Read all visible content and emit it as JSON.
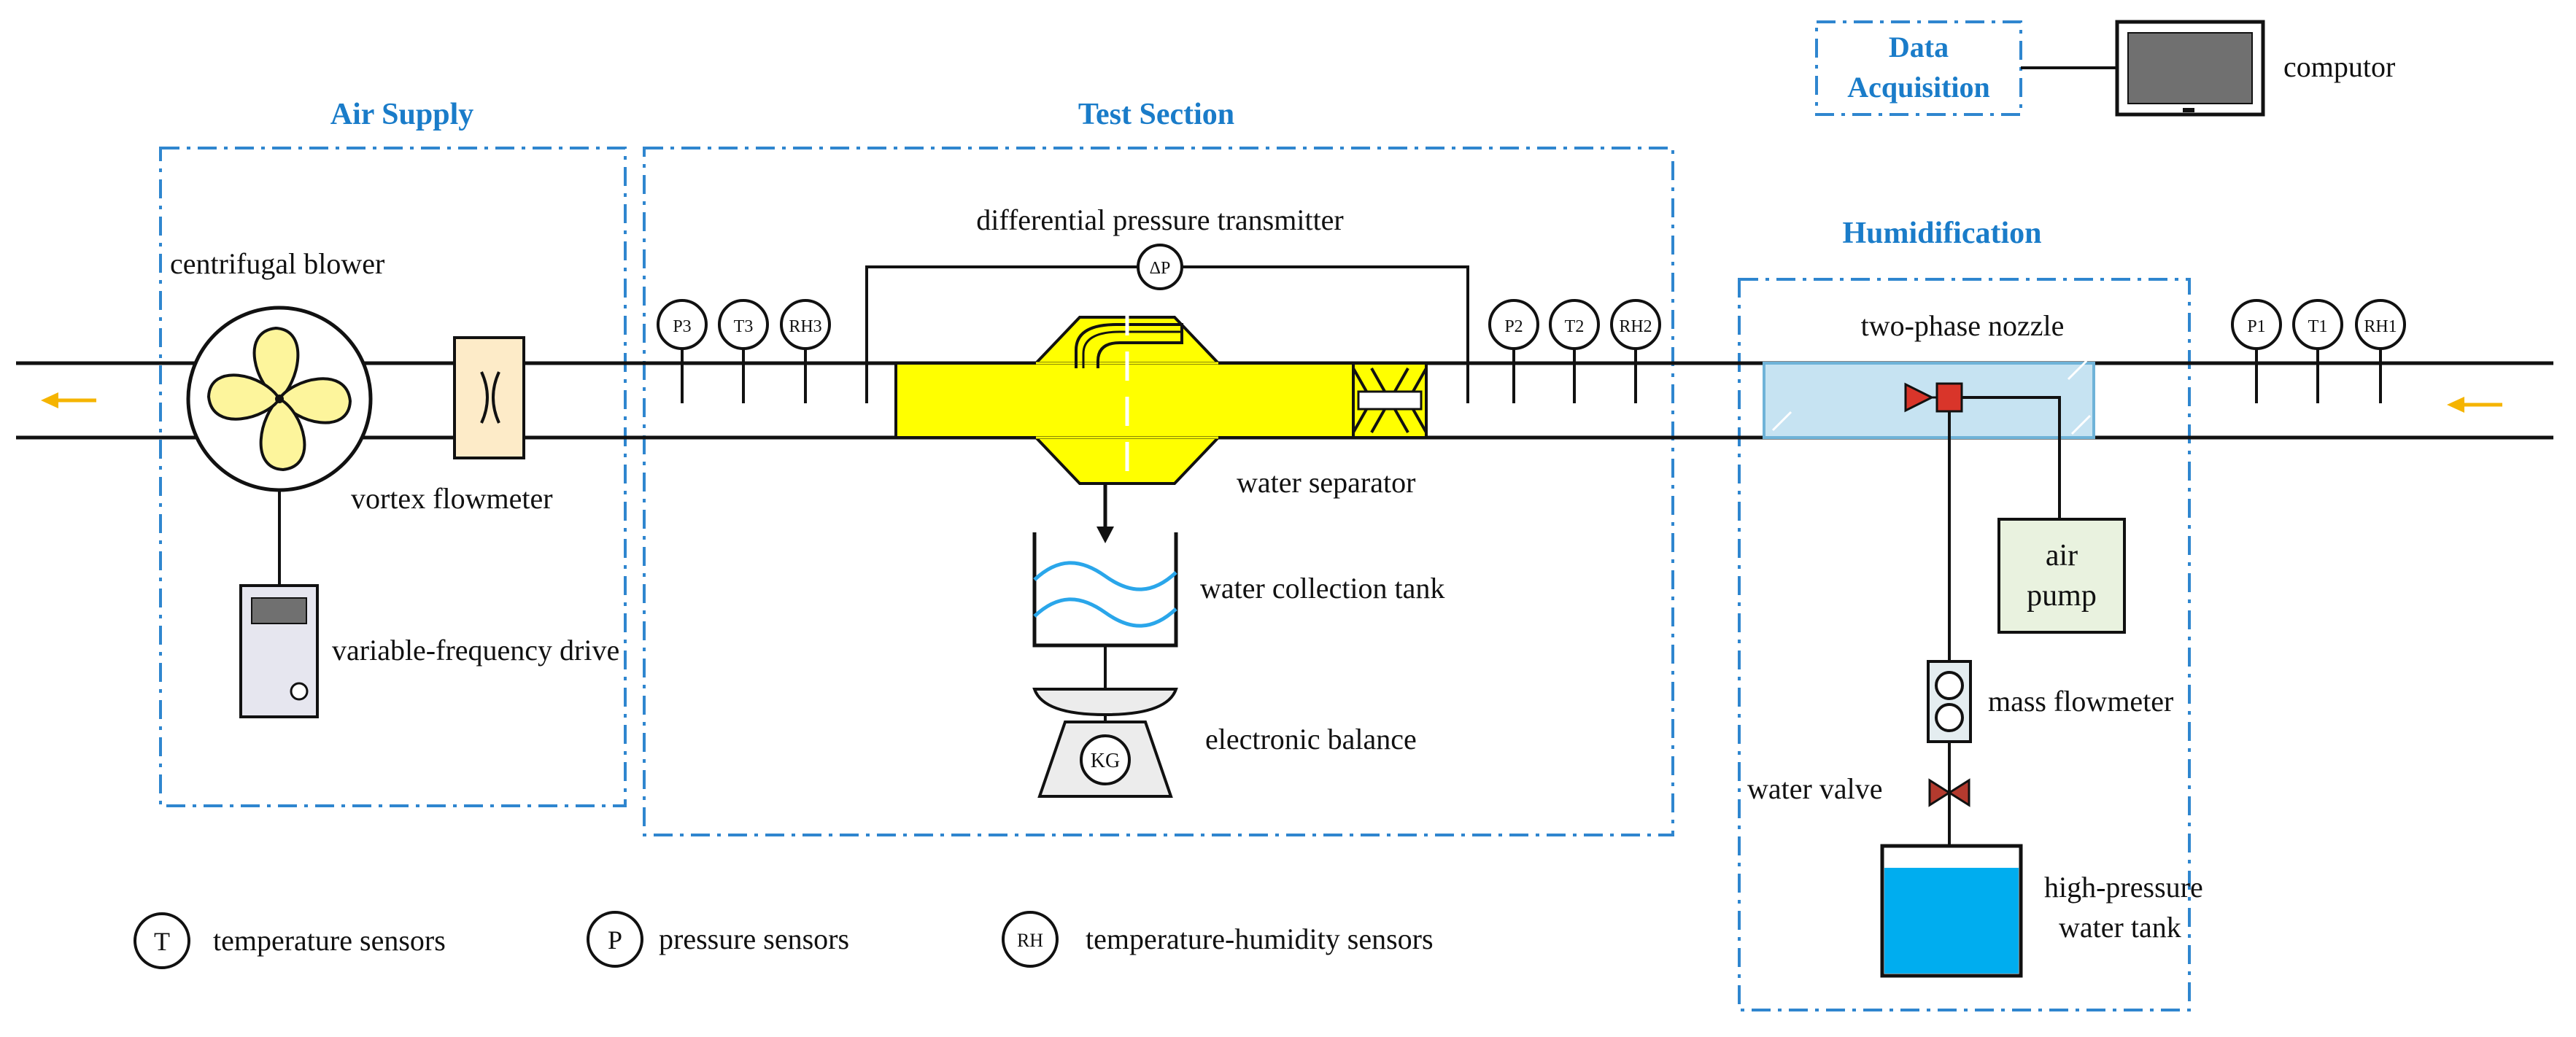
{
  "sections": {
    "air_supply": "Air Supply",
    "test_section": "Test Section",
    "humidification": "Humidification",
    "data_acquisition_line1": "Data",
    "data_acquisition_line2": "Acquisition"
  },
  "components": {
    "computer": "computor",
    "centrifugal_blower": "centrifugal blower",
    "vortex_flowmeter": "vortex flowmeter",
    "variable_frequency_drive": "variable-frequency drive",
    "differential_pressure_transmitter": "differential pressure transmitter",
    "dp_symbol": "ΔP",
    "water_separator": "water separator",
    "water_collection_tank": "water collection tank",
    "electronic_balance": "electronic balance",
    "balance_symbol": "KG",
    "two_phase_nozzle": "two-phase nozzle",
    "air_pump_line1": "air",
    "air_pump_line2": "pump",
    "mass_flowmeter": "mass flowmeter",
    "water_valve": "water valve",
    "water_tank_line1": "high-pressure",
    "water_tank_line2": "water tank"
  },
  "sensors": {
    "group3": [
      "P3",
      "T3",
      "RH3"
    ],
    "group2": [
      "P2",
      "T2",
      "RH2"
    ],
    "group1": [
      "P1",
      "T1",
      "RH1"
    ]
  },
  "legend": {
    "t_symbol": "T",
    "t_label": "temperature sensors",
    "p_symbol": "P",
    "p_label": "pressure sensors",
    "rh_symbol": "RH",
    "rh_label": "temperature-humidity sensors"
  },
  "colors": {
    "section_blue": "#1a7cc9",
    "separator_yellow": "#ffff00",
    "blower_blade": "#fdf59c",
    "flowmeter_fill": "#fdebc8",
    "nozzle_fill": "#c6e3f2",
    "nozzle_red": "#d9352a",
    "pump_fill": "#e9f2df",
    "tank_water": "#00adef",
    "flow_arrow": "#f5b400"
  }
}
